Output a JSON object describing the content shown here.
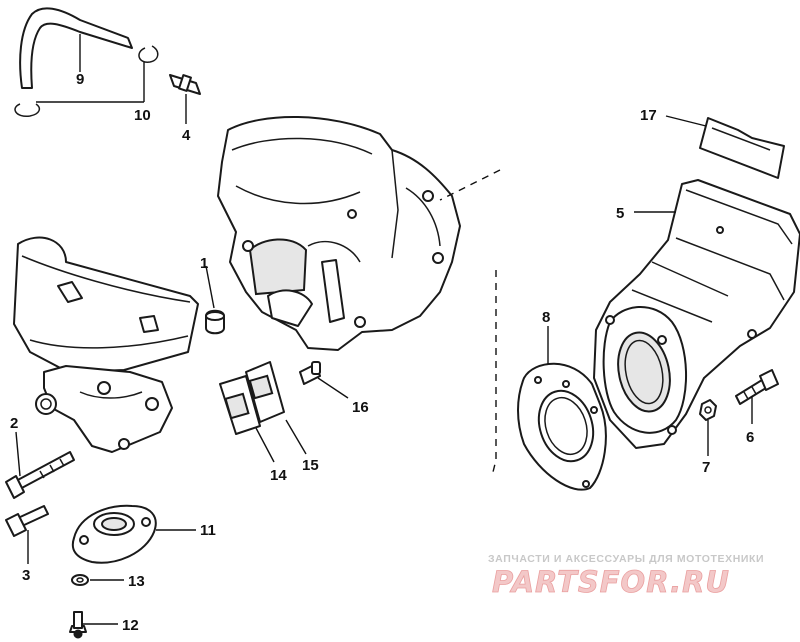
{
  "callouts": {
    "c1": "1",
    "c2": "2",
    "c3": "3",
    "c4": "4",
    "c5": "5",
    "c6": "6",
    "c7": "7",
    "c8": "8",
    "c9": "9",
    "c10": "10",
    "c11": "11",
    "c12": "12",
    "c13": "13",
    "c14": "14",
    "c15": "15",
    "c16": "16",
    "c17": "17"
  },
  "watermark": {
    "tagline": "ЗАПЧАСТИ И АКСЕССУАРЫ ДЛЯ МОТОТЕХНИКИ",
    "brand": "PARTSFOR.RU"
  },
  "colors": {
    "line": "#1a1a1a",
    "watermark_brand": "#f3c8c8",
    "watermark_text": "#c8c8c8"
  }
}
